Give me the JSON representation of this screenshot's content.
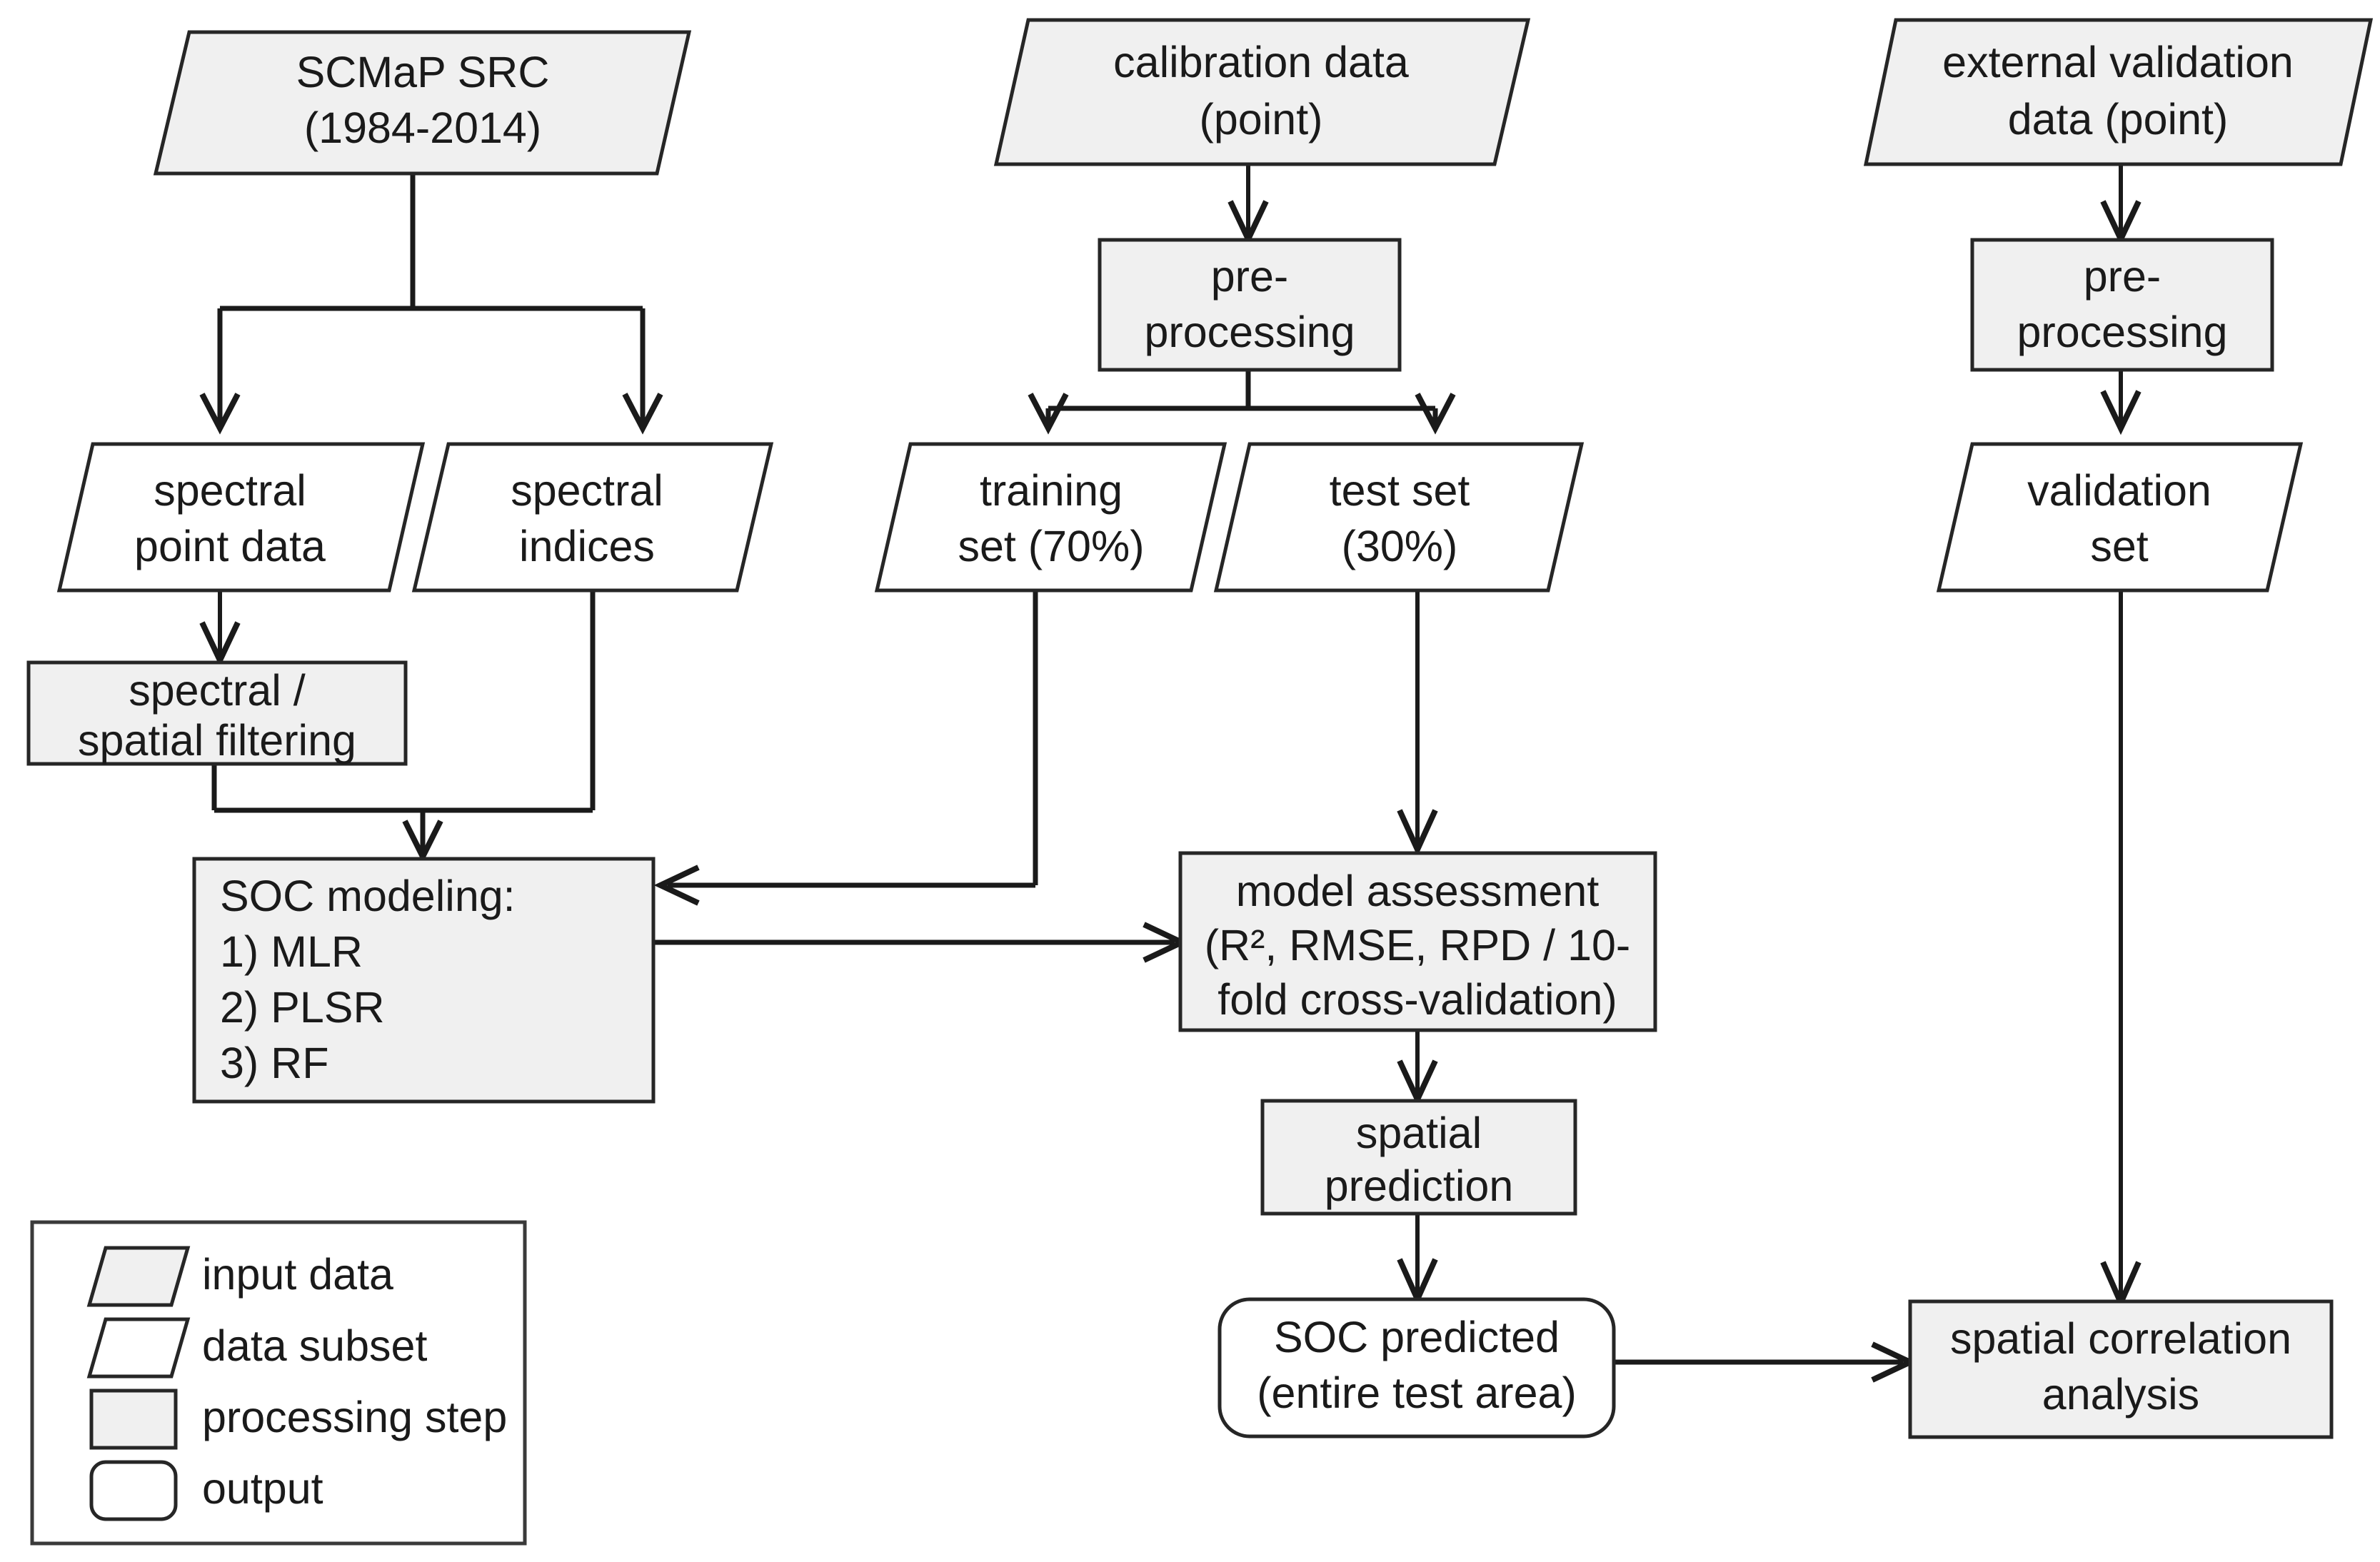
{
  "chart_data": {
    "type": "diagram",
    "title": "SOC modeling workflow flowchart",
    "diagram_kind": "flowchart",
    "nodes": [
      {
        "id": "scmap_src",
        "label_lines": [
          "SCMaP SRC",
          "(1984-2014)"
        ],
        "shape": "parallelogram",
        "fill": "#f0f0f0",
        "category": "input data"
      },
      {
        "id": "calibration_data",
        "label_lines": [
          "calibration data",
          "(point)"
        ],
        "shape": "parallelogram",
        "fill": "#f0f0f0",
        "category": "input data"
      },
      {
        "id": "external_val",
        "label_lines": [
          "external validation",
          "data (point)"
        ],
        "shape": "parallelogram",
        "fill": "#f0f0f0",
        "category": "input data"
      },
      {
        "id": "spectral_point",
        "label_lines": [
          "spectral",
          "point data"
        ],
        "shape": "parallelogram",
        "fill": "#ffffff",
        "category": "data subset"
      },
      {
        "id": "spectral_indices",
        "label_lines": [
          "spectral",
          "indices"
        ],
        "shape": "parallelogram",
        "fill": "#ffffff",
        "category": "data subset"
      },
      {
        "id": "preproc_cal",
        "label_lines": [
          "pre-",
          "processing"
        ],
        "shape": "rectangle",
        "fill": "#f0f0f0",
        "category": "processing step"
      },
      {
        "id": "preproc_val",
        "label_lines": [
          "pre-",
          "processing"
        ],
        "shape": "rectangle",
        "fill": "#f0f0f0",
        "category": "processing step"
      },
      {
        "id": "training_set",
        "label_lines": [
          "training",
          "set (70%)"
        ],
        "shape": "parallelogram",
        "fill": "#ffffff",
        "category": "data subset"
      },
      {
        "id": "test_set",
        "label_lines": [
          "test set",
          "(30%)"
        ],
        "shape": "parallelogram",
        "fill": "#ffffff",
        "category": "data subset"
      },
      {
        "id": "validation_set",
        "label_lines": [
          "validation",
          "set"
        ],
        "shape": "parallelogram",
        "fill": "#ffffff",
        "category": "data subset"
      },
      {
        "id": "spectral_filter",
        "label_lines": [
          "spectral /",
          "spatial filtering"
        ],
        "shape": "rectangle",
        "fill": "#f0f0f0",
        "category": "processing step"
      },
      {
        "id": "soc_modeling",
        "label_lines": [
          "SOC modeling:",
          "1)    MLR",
          "2)    PLSR",
          "3)    RF"
        ],
        "shape": "rectangle",
        "fill": "#f0f0f0",
        "category": "processing step",
        "align": "left"
      },
      {
        "id": "model_assessment",
        "label_lines": [
          "model assessment",
          "(R², RMSE, RPD / 10-",
          "fold cross-validation)"
        ],
        "shape": "rectangle",
        "fill": "#f0f0f0",
        "category": "processing step"
      },
      {
        "id": "spatial_pred",
        "label_lines": [
          "spatial",
          "prediction"
        ],
        "shape": "rectangle",
        "fill": "#f0f0f0",
        "category": "processing step"
      },
      {
        "id": "soc_predicted",
        "label_lines": [
          "SOC predicted",
          "(entire test area)"
        ],
        "shape": "rounded-rectangle",
        "fill": "#ffffff",
        "category": "output"
      },
      {
        "id": "spatial_corr",
        "label_lines": [
          "spatial correlation",
          "analysis"
        ],
        "shape": "rectangle",
        "fill": "#f0f0f0",
        "category": "processing step"
      }
    ],
    "edges": [
      {
        "from": "scmap_src",
        "to": "spectral_point",
        "style": "split"
      },
      {
        "from": "scmap_src",
        "to": "spectral_indices",
        "style": "split"
      },
      {
        "from": "spectral_point",
        "to": "spectral_filter",
        "style": "straight"
      },
      {
        "from": "spectral_filter",
        "to": "soc_modeling",
        "style": "merge"
      },
      {
        "from": "spectral_indices",
        "to": "soc_modeling",
        "style": "merge"
      },
      {
        "from": "calibration_data",
        "to": "preproc_cal",
        "style": "straight"
      },
      {
        "from": "preproc_cal",
        "to": "training_set",
        "style": "split"
      },
      {
        "from": "preproc_cal",
        "to": "test_set",
        "style": "split"
      },
      {
        "from": "training_set",
        "to": "soc_modeling",
        "style": "elbow-left"
      },
      {
        "from": "test_set",
        "to": "model_assessment",
        "style": "straight"
      },
      {
        "from": "soc_modeling",
        "to": "model_assessment",
        "style": "horizontal-right"
      },
      {
        "from": "model_assessment",
        "to": "spatial_pred",
        "style": "straight"
      },
      {
        "from": "spatial_pred",
        "to": "soc_predicted",
        "style": "straight"
      },
      {
        "from": "soc_predicted",
        "to": "spatial_corr",
        "style": "horizontal-right"
      },
      {
        "from": "external_val",
        "to": "preproc_val",
        "style": "straight"
      },
      {
        "from": "preproc_val",
        "to": "validation_set",
        "style": "straight"
      },
      {
        "from": "validation_set",
        "to": "spatial_corr",
        "style": "straight"
      }
    ],
    "legend": {
      "position": "bottom-left",
      "items": [
        {
          "label": "input data",
          "shape": "parallelogram",
          "fill": "#f0f0f0"
        },
        {
          "label": "data subset",
          "shape": "parallelogram",
          "fill": "#ffffff"
        },
        {
          "label": "processing step",
          "shape": "rectangle",
          "fill": "#f0f0f0"
        },
        {
          "label": "output",
          "shape": "rounded-rectangle",
          "fill": "#ffffff"
        }
      ]
    },
    "colors": {
      "fill_gray": "#f0f0f0",
      "fill_white": "#ffffff",
      "stroke": "#262626",
      "text": "#1a1a1a",
      "background": "#ffffff"
    }
  },
  "nodes": {
    "scmap_src": {
      "line1": "SCMaP SRC",
      "line2": "(1984-2014)"
    },
    "calibration_data": {
      "line1": "calibration data",
      "line2": "(point)"
    },
    "external_val": {
      "line1": "external validation",
      "line2": "data (point)"
    },
    "preproc_cal": {
      "line1": "pre-",
      "line2": "processing"
    },
    "preproc_val": {
      "line1": "pre-",
      "line2": "processing"
    },
    "spectral_point": {
      "line1": "spectral",
      "line2": "point data"
    },
    "spectral_indices": {
      "line1": "spectral",
      "line2": "indices"
    },
    "training_set": {
      "line1": "training",
      "line2": "set (70%)"
    },
    "test_set": {
      "line1": "test set",
      "line2": "(30%)"
    },
    "validation_set": {
      "line1": "validation",
      "line2": "set"
    },
    "spectral_filter": {
      "line1": "spectral /",
      "line2": "spatial filtering"
    },
    "soc_modeling": {
      "line1": "SOC modeling:",
      "line2": "1)    MLR",
      "line3": "2)    PLSR",
      "line4": "3)    RF"
    },
    "model_assessment": {
      "line1": "model assessment",
      "line2": "(R², RMSE, RPD / 10-",
      "line3": "fold cross-validation)"
    },
    "spatial_pred": {
      "line1": "spatial",
      "line2": "prediction"
    },
    "soc_predicted": {
      "line1": "SOC predicted",
      "line2": "(entire test area)"
    },
    "spatial_corr": {
      "line1": "spatial correlation",
      "line2": "analysis"
    }
  },
  "legend": {
    "items": [
      {
        "label": "input data"
      },
      {
        "label": "data subset"
      },
      {
        "label": "processing step"
      },
      {
        "label": "output"
      }
    ]
  }
}
